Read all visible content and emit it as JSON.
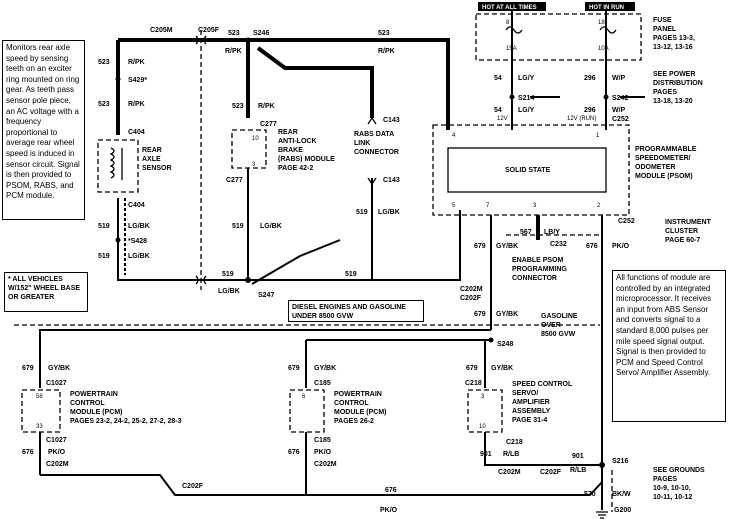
{
  "notes": {
    "sensor_note": "Monitors rear axle speed by sensing teeth on an exciter ring mounted on ring gear. As teeth pass sensor pole piece, an AC voltage with a frequency proportional to average rear wheel speed is induced in sensor circuit. Signal is then provided to PSOM, RABS, and PCM module.",
    "module_note": "All functions of module are controlled by an integrated microprocessor. It receives an input from ABS Sensor and converts signal to a standard 8,000 pulses per mile speed signal output. Signal is then provided to PCM and Speed Control Servo/ Amplifier Assembly.",
    "vehicles_note": "* ALL VEHICLES W/152\" WHEEL BASE OR GREATER",
    "diesel_note": "DIESEL ENGINES AND GASOLINE UNDER 8500 GVW"
  },
  "headers": {
    "hot_all_times": "HOT AT ALL TIMES",
    "hot_in_run": "HOT IN RUN"
  },
  "blocks": {
    "fuse_panel": "FUSE\nPANEL\nPAGES 13-3,\n13-12, 13-16",
    "power_dist": "SEE POWER\nDISTRIBUTION\nPAGES\n13-18, 13-20",
    "rear_axle": "REAR\nAXLE\nSENSOR",
    "rabs_module": "REAR\nANTI-LOCK\nBRAKE\n(RABS) MODULE\nPAGE 42-2",
    "rabs_link": "RABS DATA\nLINK\nCONNECTOR",
    "psom": "PROGRAMMABLE\nSPEEDOMETER/\nODOMETER\nMODULE (PSOM)",
    "solid_state": "SOLID STATE",
    "instrument_cluster": "INSTRUMENT\nCLUSTER\nPAGE 60-7",
    "enable_psom": "ENABLE PSOM\nPROGRAMMING\nCONNECTOR",
    "gasoline_over": "GASOLINE\nOVER\n8500 GVW",
    "pcm1": "POWERTRAIN\nCONTROL\nMODULE (PCM)\nPAGES 23-2, 24-2, 25-2, 27-2, 28-3",
    "pcm2": "POWERTRAIN\nCONTROL\nMODULE (PCM)\nPAGES 26-2",
    "speed_control": "SPEED CONTROL\nSERVO/\nAMPLIFIER\nASSEMBLY\nPAGE 31-4",
    "see_grounds": "SEE GROUNDS\nPAGES\n10-9, 10-10,\n10-11, 10-12"
  },
  "labels": {
    "c205m": "C205M",
    "c205f": "C205F",
    "s246_top": "S246",
    "n523_top": "523",
    "rpk_top": "R/PK",
    "n523_a": "523",
    "rpk_a": "R/PK",
    "s429": "S429*",
    "n523_b": "523",
    "rpk_b": "R/PK",
    "c404_a": "C404",
    "c404_b": "C404",
    "n519_a": "519",
    "lgbk_a": "LG/BK",
    "s428": "*S428",
    "n519_b": "519",
    "lgbk_b": "LG/BK",
    "n523_c": "523",
    "rpk_c": "R/PK",
    "c277_a": "C277",
    "c143_a": "C143",
    "c277_b": "C277",
    "c143_b": "C143",
    "n519_c": "519",
    "lgbk_c": "LG/BK",
    "n519_d": "519",
    "lgbk_d": "LG/BK",
    "n519_e": "519",
    "n519_f": "519",
    "lgbk_e": "LG/BK",
    "s247": "S247",
    "fuse_15a": "15A",
    "fuse_10a": "10A",
    "fuse_8": "8",
    "fuse_18": "18",
    "n54_a": "54",
    "lgy_a": "LG/Y",
    "s214": "S214",
    "n54_b": "54",
    "lgy_b": "LG/Y",
    "v12": "12V",
    "n296_a": "296",
    "wp_a": "W/P",
    "s242": "S242",
    "n296_b": "296",
    "wp_b": "W/P",
    "v12run": "12V (RUN)",
    "c252_a": "C252",
    "pin4": "4",
    "pin1": "1",
    "pin5": "5",
    "pin7": "7",
    "pin3": "3",
    "pin2": "2",
    "n679_a": "679",
    "gybk_a": "GY/BK",
    "n567": "567",
    "lby": "LB/Y",
    "c232": "C232",
    "c252_b": "C252",
    "n676_a": "676",
    "pkO_a": "PK/O",
    "c202m_a": "C202M",
    "c202f_a": "C202F",
    "n679_b": "679",
    "gybk_b": "GY/BK",
    "s248": "S248",
    "n679_c": "679",
    "gybk_c": "GY/BK",
    "c1027_a": "C1027",
    "p58": "58",
    "p33": "33",
    "c1027_b": "C1027",
    "n676_b": "676",
    "pkO_b": "PK/O",
    "c202m_b": "C202M",
    "n679_d": "679",
    "gybk_d": "GY/BK",
    "c185_a": "C185",
    "p6": "6",
    "c185_b": "C185",
    "n676_c": "676",
    "pkO_c": "PK/O",
    "c202m_c": "C202M",
    "n679_e": "679",
    "gybk_e": "GY/BK",
    "c218_a": "C218",
    "p3": "3",
    "p10": "10",
    "c218_b": "C218",
    "n901_a": "901",
    "rlb_a": "R/LB",
    "n901_b": "901",
    "rlb_b": "R/LB",
    "c202m_d": "C202M",
    "c202f_d": "C202F",
    "s216": "S216",
    "n570": "570",
    "bkw": "BK/W",
    "g200": "G200",
    "c202f_bottom": "C202F",
    "n676_bottom": "676",
    "pkO_bottom": "PK/O"
  }
}
